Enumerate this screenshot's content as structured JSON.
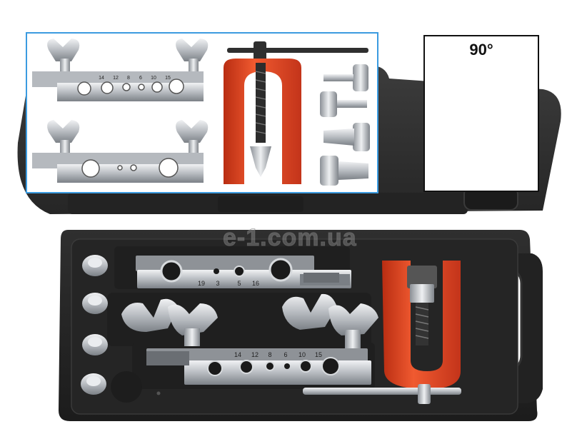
{
  "watermark": "e-1.com.ua",
  "detail": {
    "angle_label": "90°"
  },
  "bar_top": {
    "sizes": [
      "19",
      "3",
      "5",
      "16"
    ]
  },
  "bar_bottom": {
    "sizes": [
      "14",
      "12",
      "8",
      "6",
      "10",
      "15"
    ]
  },
  "inset_bar_top": {
    "sizes": [
      "14",
      "12",
      "8",
      "6",
      "10",
      "15"
    ]
  },
  "colors": {
    "case": "#2b2b2b",
    "yoke": "#e2401c",
    "steel": "#c9ccd0",
    "inset_border": "#3b9be0"
  }
}
